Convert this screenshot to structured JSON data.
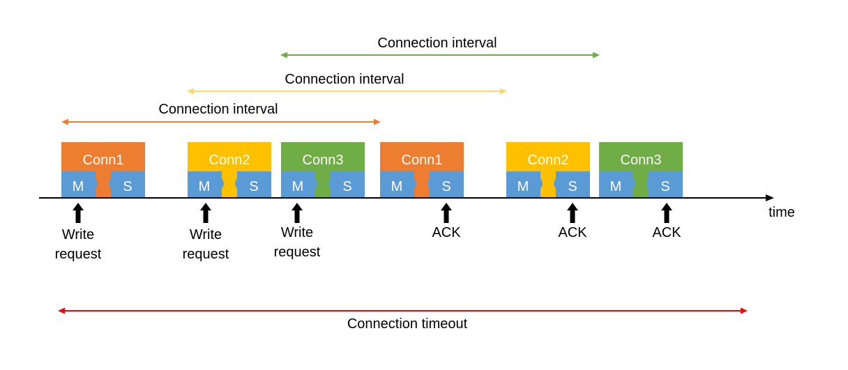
{
  "colors": {
    "conn1": "#ED7D31",
    "conn2": "#FFC000",
    "conn3": "#70AD47",
    "ms": "#5B9BD5",
    "timeout": "#FF0000",
    "arrow": "#000000",
    "text": "#000000",
    "block_text": "#ffffff"
  },
  "intervals": [
    {
      "label": "Connection interval",
      "color": "#70AD47"
    },
    {
      "label": "Connection interval",
      "color": "#FFD966"
    },
    {
      "label": "Connection interval",
      "color": "#ED7D31"
    }
  ],
  "blocks": [
    {
      "label": "Conn1",
      "m": "M",
      "s": "S",
      "color": "#ED7D31"
    },
    {
      "label": "Conn2",
      "m": "M",
      "s": "S",
      "color": "#FFC000"
    },
    {
      "label": "Conn3",
      "m": "M",
      "s": "S",
      "color": "#70AD47"
    },
    {
      "label": "Conn1",
      "m": "M",
      "s": "S",
      "color": "#ED7D31"
    },
    {
      "label": "Conn2",
      "m": "M",
      "s": "S",
      "color": "#FFC000"
    },
    {
      "label": "Conn3",
      "m": "M",
      "s": "S",
      "color": "#70AD47"
    }
  ],
  "events": [
    {
      "lines": [
        "Write",
        "request"
      ]
    },
    {
      "lines": [
        "Write",
        "request"
      ]
    },
    {
      "lines": [
        "Write",
        "request"
      ]
    },
    {
      "lines": [
        "ACK"
      ]
    },
    {
      "lines": [
        "ACK"
      ]
    },
    {
      "lines": [
        "ACK"
      ]
    }
  ],
  "axis": {
    "label": "time"
  },
  "timeout": {
    "label": "Connection timeout"
  }
}
